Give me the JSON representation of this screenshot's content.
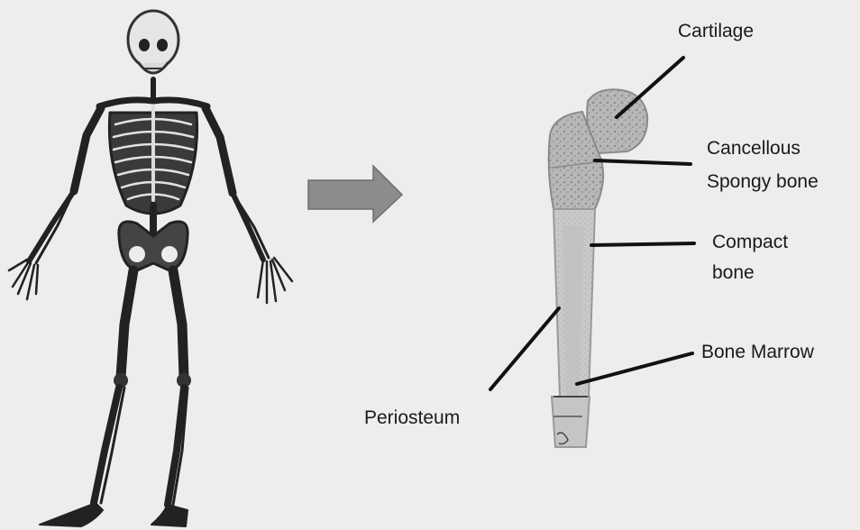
{
  "diagram": {
    "labels": {
      "cartilage": "Cartilage",
      "cancellous_line1": "Cancellous",
      "cancellous_line2": "Spongy bone",
      "compact_line1": "Compact",
      "compact_line2": "bone",
      "bone_marrow": "Bone Marrow",
      "periosteum": "Periosteum"
    },
    "colors": {
      "background": "#ededeb",
      "bone": "#bdbdbd",
      "bone_dark": "#9a9a9a",
      "skeleton": "#222222",
      "arrow": "#8a8a8a",
      "leader_line": "#111111"
    },
    "icons": {
      "skeleton": "human-skeleton-icon",
      "arrow": "right-arrow-icon",
      "bone": "femur-cross-section-icon"
    }
  }
}
